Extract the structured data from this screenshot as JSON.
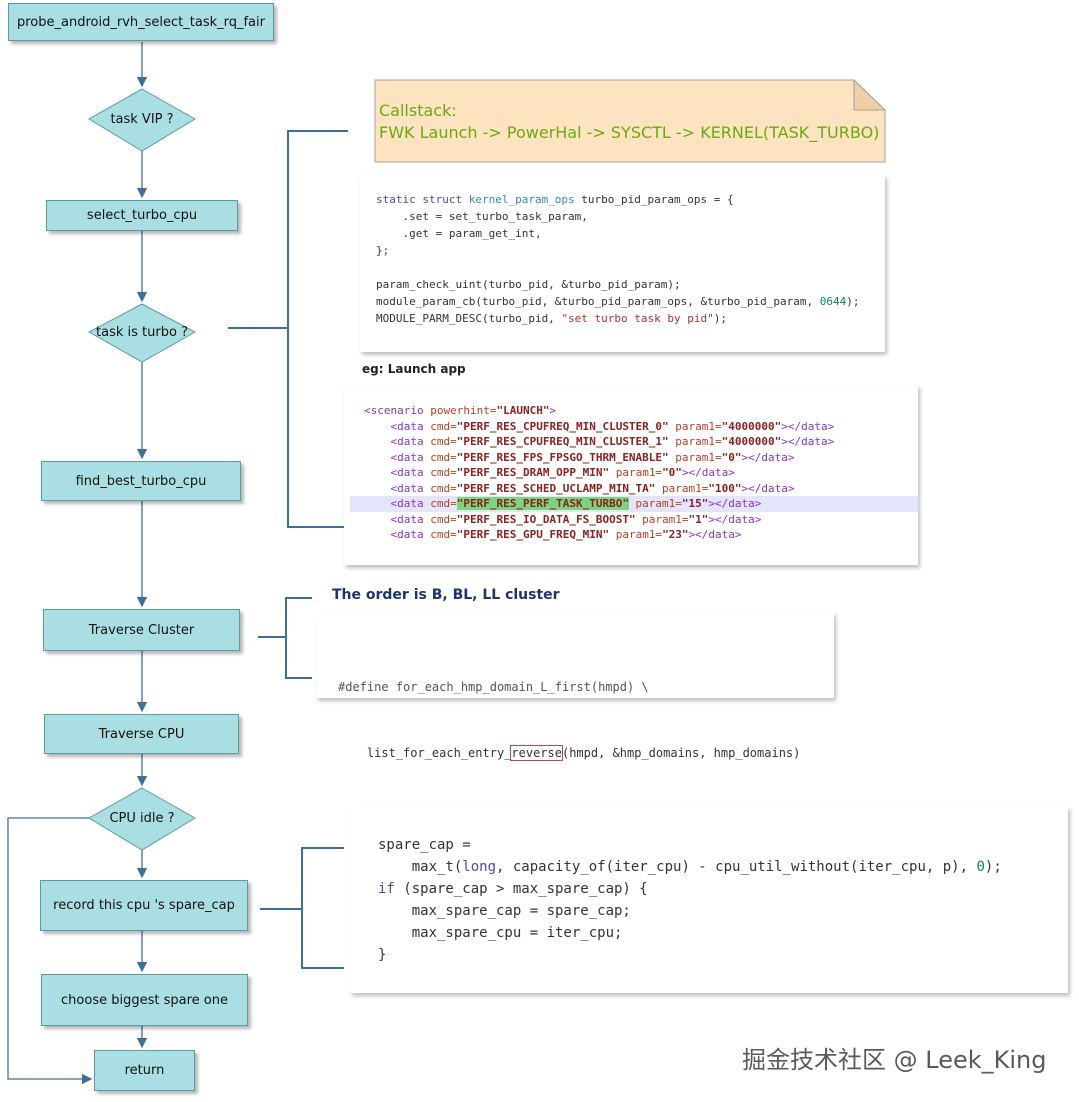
{
  "flow": {
    "start": "probe_android_rvh_select_task_rq_fair",
    "task_vip": "task VIP ?",
    "select_turbo_cpu": "select_turbo_cpu",
    "task_is_turbo": "task is turbo ?",
    "find_best_turbo_cpu": "find_best_turbo_cpu",
    "traverse_cluster": "Traverse Cluster",
    "traverse_cpu": "Traverse CPU",
    "cpu_idle": "CPU idle ?",
    "record_spare_cap": "record this cpu 's spare_cap",
    "choose_biggest": "choose biggest spare one",
    "return": "return"
  },
  "callstack": {
    "title": "Callstack:",
    "text": "FWK Launch -> PowerHal -> SYSCTL -> KERNEL(TASK_TURBO)"
  },
  "code_param": [
    [
      [
        "static struct ",
        "xk"
      ],
      [
        "kernel_param_ops",
        "xt"
      ],
      [
        " turbo_pid_param_ops = {",
        ""
      ]
    ],
    [
      [
        "    .set = set_turbo_task_param,",
        ""
      ]
    ],
    [
      [
        "    .get = param_get_int,",
        ""
      ]
    ],
    [
      [
        "};",
        ""
      ]
    ],
    [
      [
        "",
        ""
      ]
    ],
    [
      [
        "param_check_uint(turbo_pid, &turbo_pid_param);",
        ""
      ]
    ],
    [
      [
        "module_param_cb(turbo_pid, &turbo_pid_param_ops, &turbo_pid_param, ",
        ""
      ],
      [
        "0644",
        "xn"
      ],
      [
        ");",
        ""
      ]
    ],
    [
      [
        "MODULE_PARM_DESC(turbo_pid, ",
        ""
      ],
      [
        "\"set turbo task by pid\"",
        "xs"
      ],
      [
        ");",
        ""
      ]
    ]
  ],
  "eg_label": "eg: Launch app",
  "xml": {
    "scenario_open": "<scenario",
    "scenario_attr": " powerhint=",
    "scenario_value": "\"LAUNCH\"",
    "scenario_close": ">",
    "rows": [
      {
        "cmd": "\"PERF_RES_CPUFREQ_MIN_CLUSTER_0\"",
        "param": "\"4000000\"",
        "hl": false
      },
      {
        "cmd": "\"PERF_RES_CPUFREQ_MIN_CLUSTER_1\"",
        "param": "\"4000000\"",
        "hl": false
      },
      {
        "cmd": "\"PERF_RES_FPS_FPSGO_THRM_ENABLE\"",
        "param": "\"0\"",
        "hl": false
      },
      {
        "cmd": "\"PERF_RES_DRAM_OPP_MIN\"",
        "param": "\"0\"",
        "hl": false
      },
      {
        "cmd": "\"PERF_RES_SCHED_UCLAMP_MIN_TA\"",
        "param": "\"100\"",
        "hl": false
      },
      {
        "cmd": "\"PERF_RES_PERF_TASK_TURBO\"",
        "param": "\"15\"",
        "hl": true
      },
      {
        "cmd": "\"PERF_RES_IO_DATA_FS_BOOST\"",
        "param": "\"1\"",
        "hl": false
      },
      {
        "cmd": "\"PERF_RES_GPU_FREQ_MIN\"",
        "param": "\"23\"",
        "hl": false
      }
    ],
    "data_open": "<data",
    "cmd_attr": " cmd=",
    "param_attr": " param1=",
    "data_close": "></data>"
  },
  "cluster_order": "The order is B, BL, LL cluster",
  "code_domain": {
    "line1": "#define for_each_hmp_domain_L_first(hmpd) \\",
    "line2_prefix": "    list_for_each_entry_",
    "line2_box": "reverse",
    "line2_suffix": "(hmpd, &hmp_domains, hmp_domains)"
  },
  "code_spare": [
    [
      [
        "spare_cap =",
        ""
      ]
    ],
    [
      [
        "    max_t(",
        ""
      ],
      [
        "long",
        "xk"
      ],
      [
        ", capacity_of(iter_cpu) - cpu_util_without(iter_cpu, p), ",
        ""
      ],
      [
        "0",
        "xn"
      ],
      [
        ");",
        ""
      ]
    ],
    [
      [
        "if",
        "xk"
      ],
      [
        " (spare_cap > max_spare_cap) {",
        ""
      ]
    ],
    [
      [
        "    max_spare_cap = spare_cap;",
        ""
      ]
    ],
    [
      [
        "    max_spare_cpu = iter_cpu;",
        ""
      ]
    ],
    [
      [
        "}",
        ""
      ]
    ]
  ],
  "watermark": "掘金技术社区 @ Leek_King",
  "colors": {
    "node_fill": "#a9dfe2",
    "node_border": "#5d9aa0",
    "edge": "#3d6f9e",
    "note_fill": "#fde3c0",
    "note_text": "#6aaa10"
  }
}
